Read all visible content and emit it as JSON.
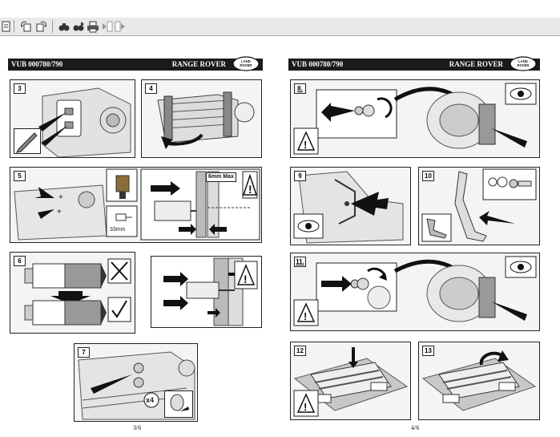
{
  "toolbar": {
    "buttons": [
      {
        "name": "page-icon"
      },
      {
        "name": "rotate-left-icon"
      },
      {
        "name": "rotate-right-icon"
      },
      {
        "name": "find-icon"
      },
      {
        "name": "find-next-icon"
      },
      {
        "name": "print-icon"
      },
      {
        "name": "previous-page-icon"
      },
      {
        "name": "next-page-icon"
      }
    ]
  },
  "pages": [
    {
      "header": {
        "code": "VUB 000780/790",
        "brand": "RANGE ROVER",
        "logo_text": "LAND ROVER"
      },
      "panels": [
        {
          "num": "3"
        },
        {
          "num": "4"
        },
        {
          "num": "5",
          "tag": "6mm Max",
          "size_label": "33mm"
        },
        {
          "num": "6"
        },
        {
          "num": "7",
          "qty": "x4"
        }
      ],
      "page_no": "3/6"
    },
    {
      "header": {
        "code": "VUB 000780/790",
        "brand": "RANGE ROVER",
        "logo_text": "LAND ROVER"
      },
      "panels": [
        {
          "num": "8."
        },
        {
          "num": "9"
        },
        {
          "num": "10"
        },
        {
          "num": "11."
        },
        {
          "num": "12"
        },
        {
          "num": "13"
        }
      ],
      "page_no": "4/6"
    }
  ]
}
